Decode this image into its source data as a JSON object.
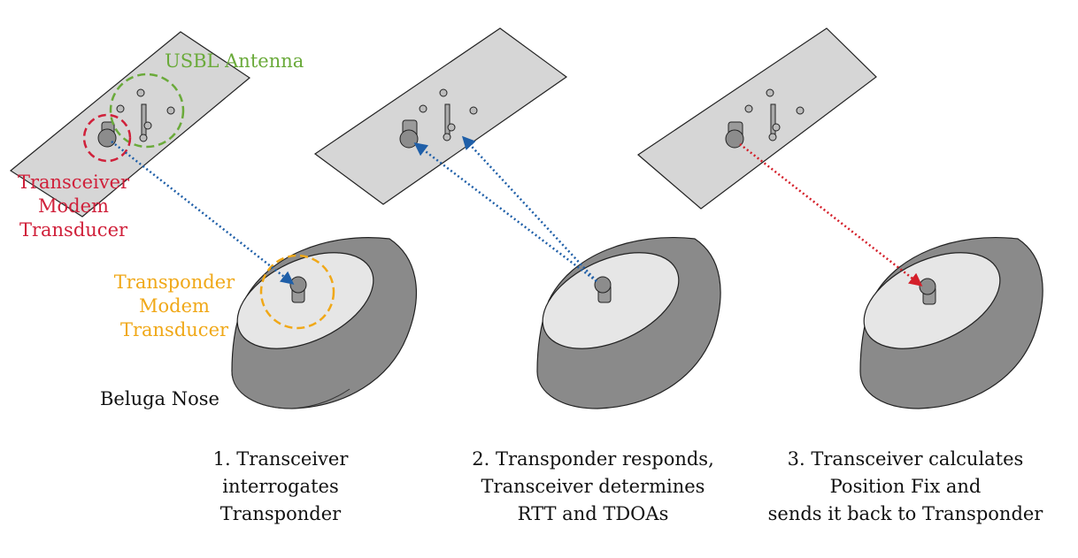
{
  "labels": {
    "usbl_antenna": "USBL Antenna",
    "transceiver": [
      "Transceiver",
      "Modem",
      "Transducer"
    ],
    "transponder": [
      "Transponder",
      "Modem",
      "Transducer"
    ],
    "beluga_nose": "Beluga Nose"
  },
  "steps": [
    {
      "lines": [
        "1. Transceiver",
        "interrogates",
        "Transponder"
      ]
    },
    {
      "lines": [
        "2. Transponder responds,",
        "Transceiver determines",
        "RTT and TDOAs"
      ]
    },
    {
      "lines": [
        "3. Transceiver calculates",
        "Position Fix and",
        "sends it back to Transponder"
      ]
    }
  ],
  "colors": {
    "usbl": "#6aaa3a",
    "transceiver": "#d0203a",
    "transponder": "#f0a818",
    "arrow_blue": "#1f5fa8",
    "arrow_red": "#d41f2a",
    "plate": "#d6d6d6",
    "nose_dark": "#8a8a8a",
    "nose_face": "#e6e6e6"
  }
}
